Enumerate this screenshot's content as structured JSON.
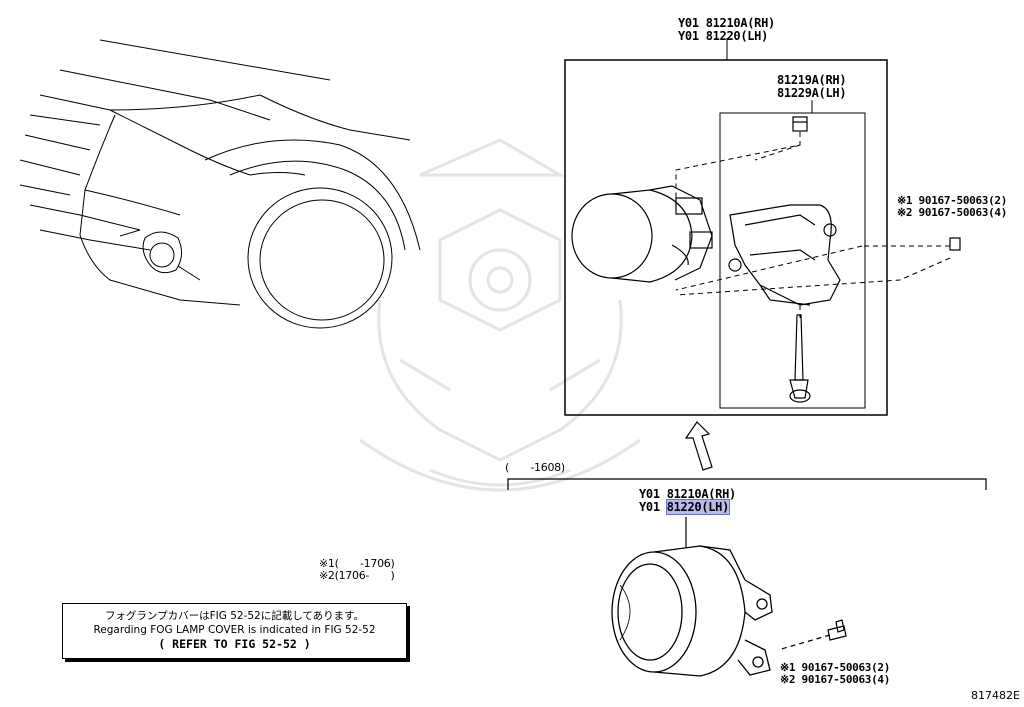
{
  "upper_assembly": {
    "line1": "Y01 81210A(RH)",
    "line2": "Y01 81220(LH)"
  },
  "bracket": {
    "line1": "81219A(RH)",
    "line2": "81229A(LH)"
  },
  "bolt_upper": {
    "line1": "※1 90167-50063(2)",
    "line2": "※2 90167-50063(4)"
  },
  "date_range": "(　　-1608)",
  "lower_assembly": {
    "prefix1": "Y01 ",
    "part1": "81210A(RH)",
    "prefix2": "Y01 ",
    "part2": "81220(LH)"
  },
  "bolt_lower": {
    "line1": "※1 90167-50063(2)",
    "line2": "※2 90167-50063(4)"
  },
  "legend": {
    "line1": "※1(　　-1706)",
    "line2": "※2(1706-　　)"
  },
  "note": {
    "jp": "フォグランプカバーはFIG 52-52に記載してあります。",
    "en": "Regarding FOG LAMP COVER is indicated in FIG 52-52",
    "ref": "( REFER TO FIG 52-52 )"
  },
  "figure_id": "817482E",
  "highlight_color": "#b8bcec"
}
